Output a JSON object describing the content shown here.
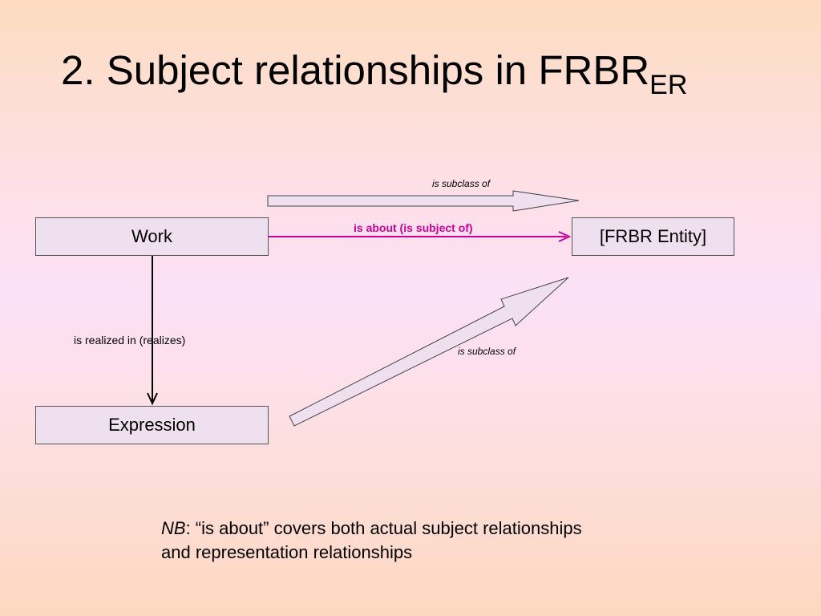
{
  "title": {
    "main": "2. Subject relationships in FRBR",
    "subscript": "ER"
  },
  "entities": {
    "work": "Work",
    "expression": "Expression",
    "frbr_entity": "[FRBR Entity]"
  },
  "relationships": {
    "subclass_top": "is subclass of",
    "is_about": "is about (is subject of)",
    "realized": "is realized in (realizes)",
    "subclass_bottom": "is subclass of"
  },
  "note": {
    "prefix": "NB",
    "text": ": “is about” covers both actual subject relationships and representation relationships"
  },
  "colors": {
    "is_about": "#cc0099",
    "block_arrow_fill": "#eee0ee"
  }
}
